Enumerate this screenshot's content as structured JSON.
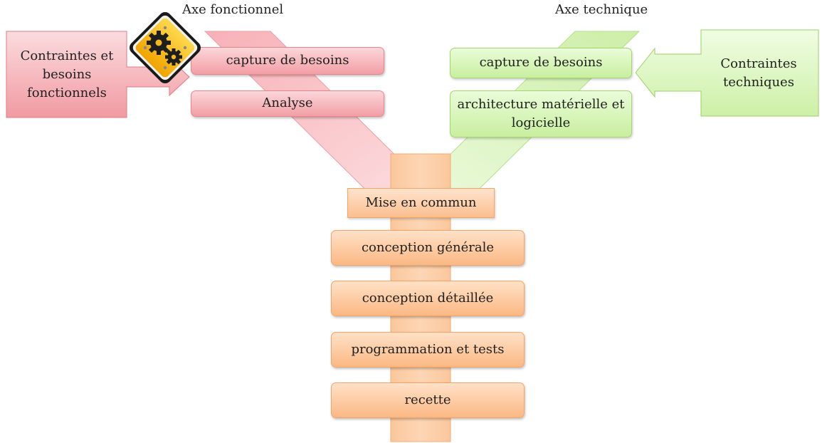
{
  "axes": {
    "functional_title": "Axe fonctionnel",
    "technical_title": "Axe technique"
  },
  "functional": {
    "input": "Contraintes et besoins fonctionnels",
    "steps": [
      "capture de besoins",
      "Analyse"
    ]
  },
  "technical": {
    "input": "Contraintes techniques",
    "steps": [
      "capture de besoins",
      "architecture matérielle et logicielle"
    ]
  },
  "merge": {
    "label": "Mise en commun"
  },
  "common": {
    "steps": [
      "conception générale",
      "conception détaillée",
      "programmation et tests",
      "recette"
    ]
  },
  "colors": {
    "functional": "#f29ea5",
    "technical": "#c8ef9f",
    "common": "#fbb883"
  },
  "icons": {
    "functional_badge": "gears-warning-icon"
  }
}
